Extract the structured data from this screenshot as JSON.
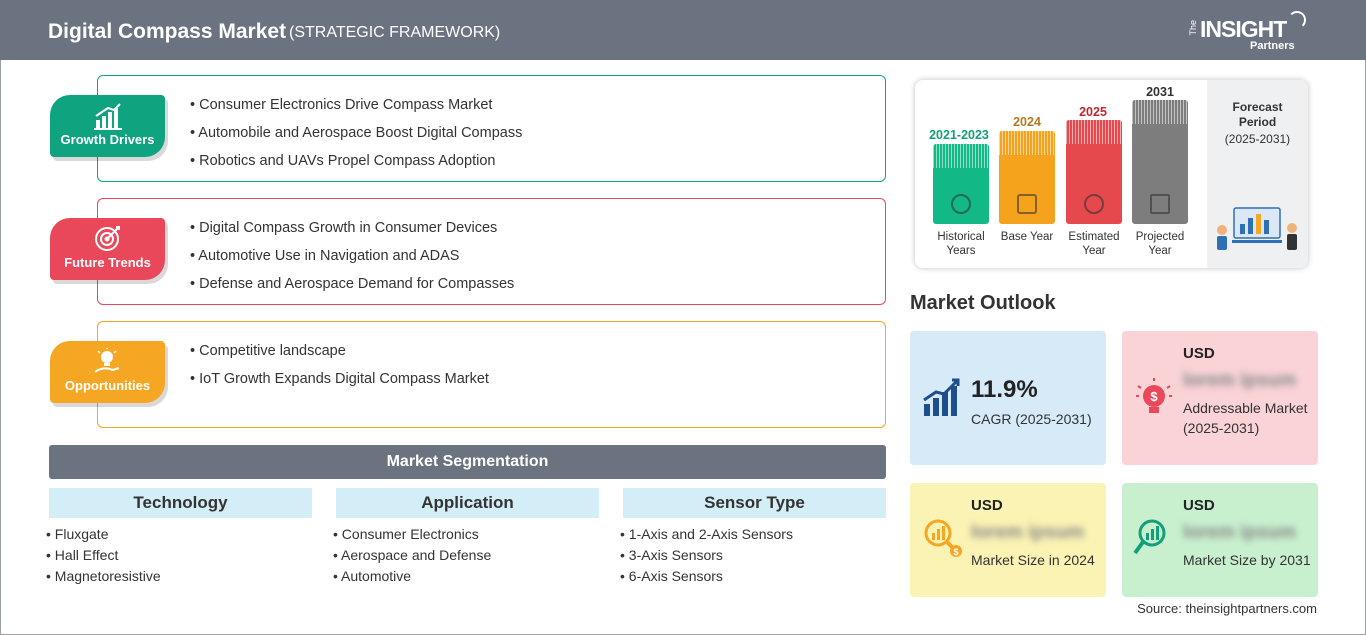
{
  "header": {
    "title": "Digital Compass Market",
    "subtitle": "(STRATEGIC FRAMEWORK)",
    "logo_the": "The",
    "logo_main": "INSIGHT",
    "logo_partners": "Partners"
  },
  "colors": {
    "header": "#6b7280",
    "growth": "#10a37f",
    "trends": "#e8485a",
    "opportunities": "#f5a623",
    "historical": "#12b886",
    "base": "#f5a21d",
    "estimated": "#e5484d",
    "projected": "#7d7d7d"
  },
  "framework": {
    "growth": {
      "label": "Growth Drivers",
      "icon": "bar-chart-growth-icon",
      "items": [
        "• Consumer Electronics Drive Compass Market",
        "• Automobile and Aerospace Boost Digital Compass",
        "• Robotics and UAVs Propel Compass Adoption"
      ]
    },
    "trends": {
      "label": "Future Trends",
      "icon": "target-icon",
      "items": [
        "• Digital Compass Growth in Consumer Devices",
        "• Automotive Use in Navigation and ADAS",
        "• Defense and Aerospace Demand for Compasses"
      ]
    },
    "opportunities": {
      "label": "Opportunities",
      "icon": "lightbulb-hand-icon",
      "items": [
        "• Competitive landscape",
        "• IoT Growth Expands Digital Compass Market"
      ]
    }
  },
  "segmentation": {
    "title": "Market Segmentation",
    "columns": [
      {
        "heading": "Technology",
        "items": [
          "• Fluxgate",
          "• Hall Effect",
          "• Magnetoresistive"
        ]
      },
      {
        "heading": "Application",
        "items": [
          "• Consumer Electronics",
          "• Aerospace and Defense",
          "• Automotive"
        ]
      },
      {
        "heading": "Sensor Type",
        "items": [
          "• 1-Axis and 2-Axis Sensors",
          "• 3-Axis Sensors",
          "• 6-Axis Sensors"
        ]
      }
    ]
  },
  "timeline": {
    "bars": [
      {
        "year": "2021-2023",
        "caption": "Historical Years",
        "icon": "history-clock-icon"
      },
      {
        "year": "2024",
        "caption": "Base Year",
        "icon": "calendar-icon"
      },
      {
        "year": "2025",
        "caption": "Estimated Year",
        "icon": "gear-chart-icon"
      },
      {
        "year": "2031",
        "caption": "Projected Year",
        "icon": "presentation-icon"
      }
    ],
    "forecast_label": "Forecast Period",
    "forecast_range": "(2025-2031)"
  },
  "outlook": {
    "title": "Market Outlook",
    "cagr": {
      "value": "11.9%",
      "label": "CAGR (2025-2031)",
      "icon": "growth-chart-icon"
    },
    "addressable": {
      "currency": "USD",
      "value": "lorem ipsum",
      "label": "Addressable Market (2025-2031)",
      "icon": "lightbulb-dollar-icon"
    },
    "size_2024": {
      "currency": "USD",
      "value": "lorem ipsum",
      "label": "Market Size in 2024",
      "icon": "magnifier-dollar-icon"
    },
    "size_2031": {
      "currency": "USD",
      "value": "lorem ipsum",
      "label": "Market Size by 2031",
      "icon": "magnifier-chart-icon"
    }
  },
  "source": "Source: theinsightpartners.com"
}
